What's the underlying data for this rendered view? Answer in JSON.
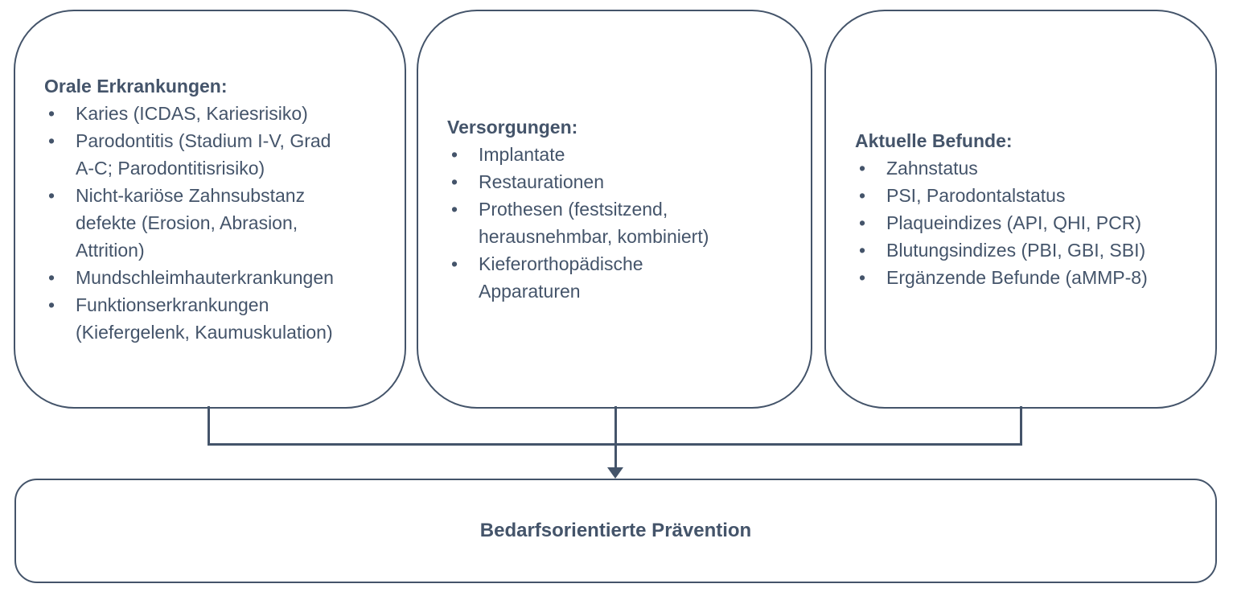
{
  "diagram": {
    "accent_color": "#44546A",
    "background_color": "#FFFFFF",
    "bullet_glyph": "•",
    "boxes": [
      {
        "title": "Orale Erkrankungen:",
        "items": [
          "Karies (ICDAS, Kariesrisiko)",
          "Parodontitis (Stadium I-V, Grad\nA-C; Parodontitisrisiko)",
          "Nicht-kariöse Zahnsubstanz\ndefekte (Erosion, Abrasion,\nAttrition)",
          "Mundschleimhauterkrankungen",
          "Funktionserkrankungen\n(Kiefergelenk, Kaumuskulation)"
        ]
      },
      {
        "title": "Versorgungen:",
        "items": [
          "Implantate",
          "Restaurationen",
          "Prothesen (festsitzend,\nherausnehmbar, kombiniert)",
          "Kieferorthopädische\nApparaturen"
        ]
      },
      {
        "title": "Aktuelle Befunde:",
        "items": [
          "Zahnstatus",
          "PSI, Parodontalstatus",
          "Plaqueindizes (API, QHI, PCR)",
          "Blutungsindizes (PBI, GBI, SBI)",
          "Ergänzende Befunde (aMMP-8)"
        ]
      }
    ],
    "result_box": {
      "label": "Bedarfsorientierte Prävention"
    }
  }
}
